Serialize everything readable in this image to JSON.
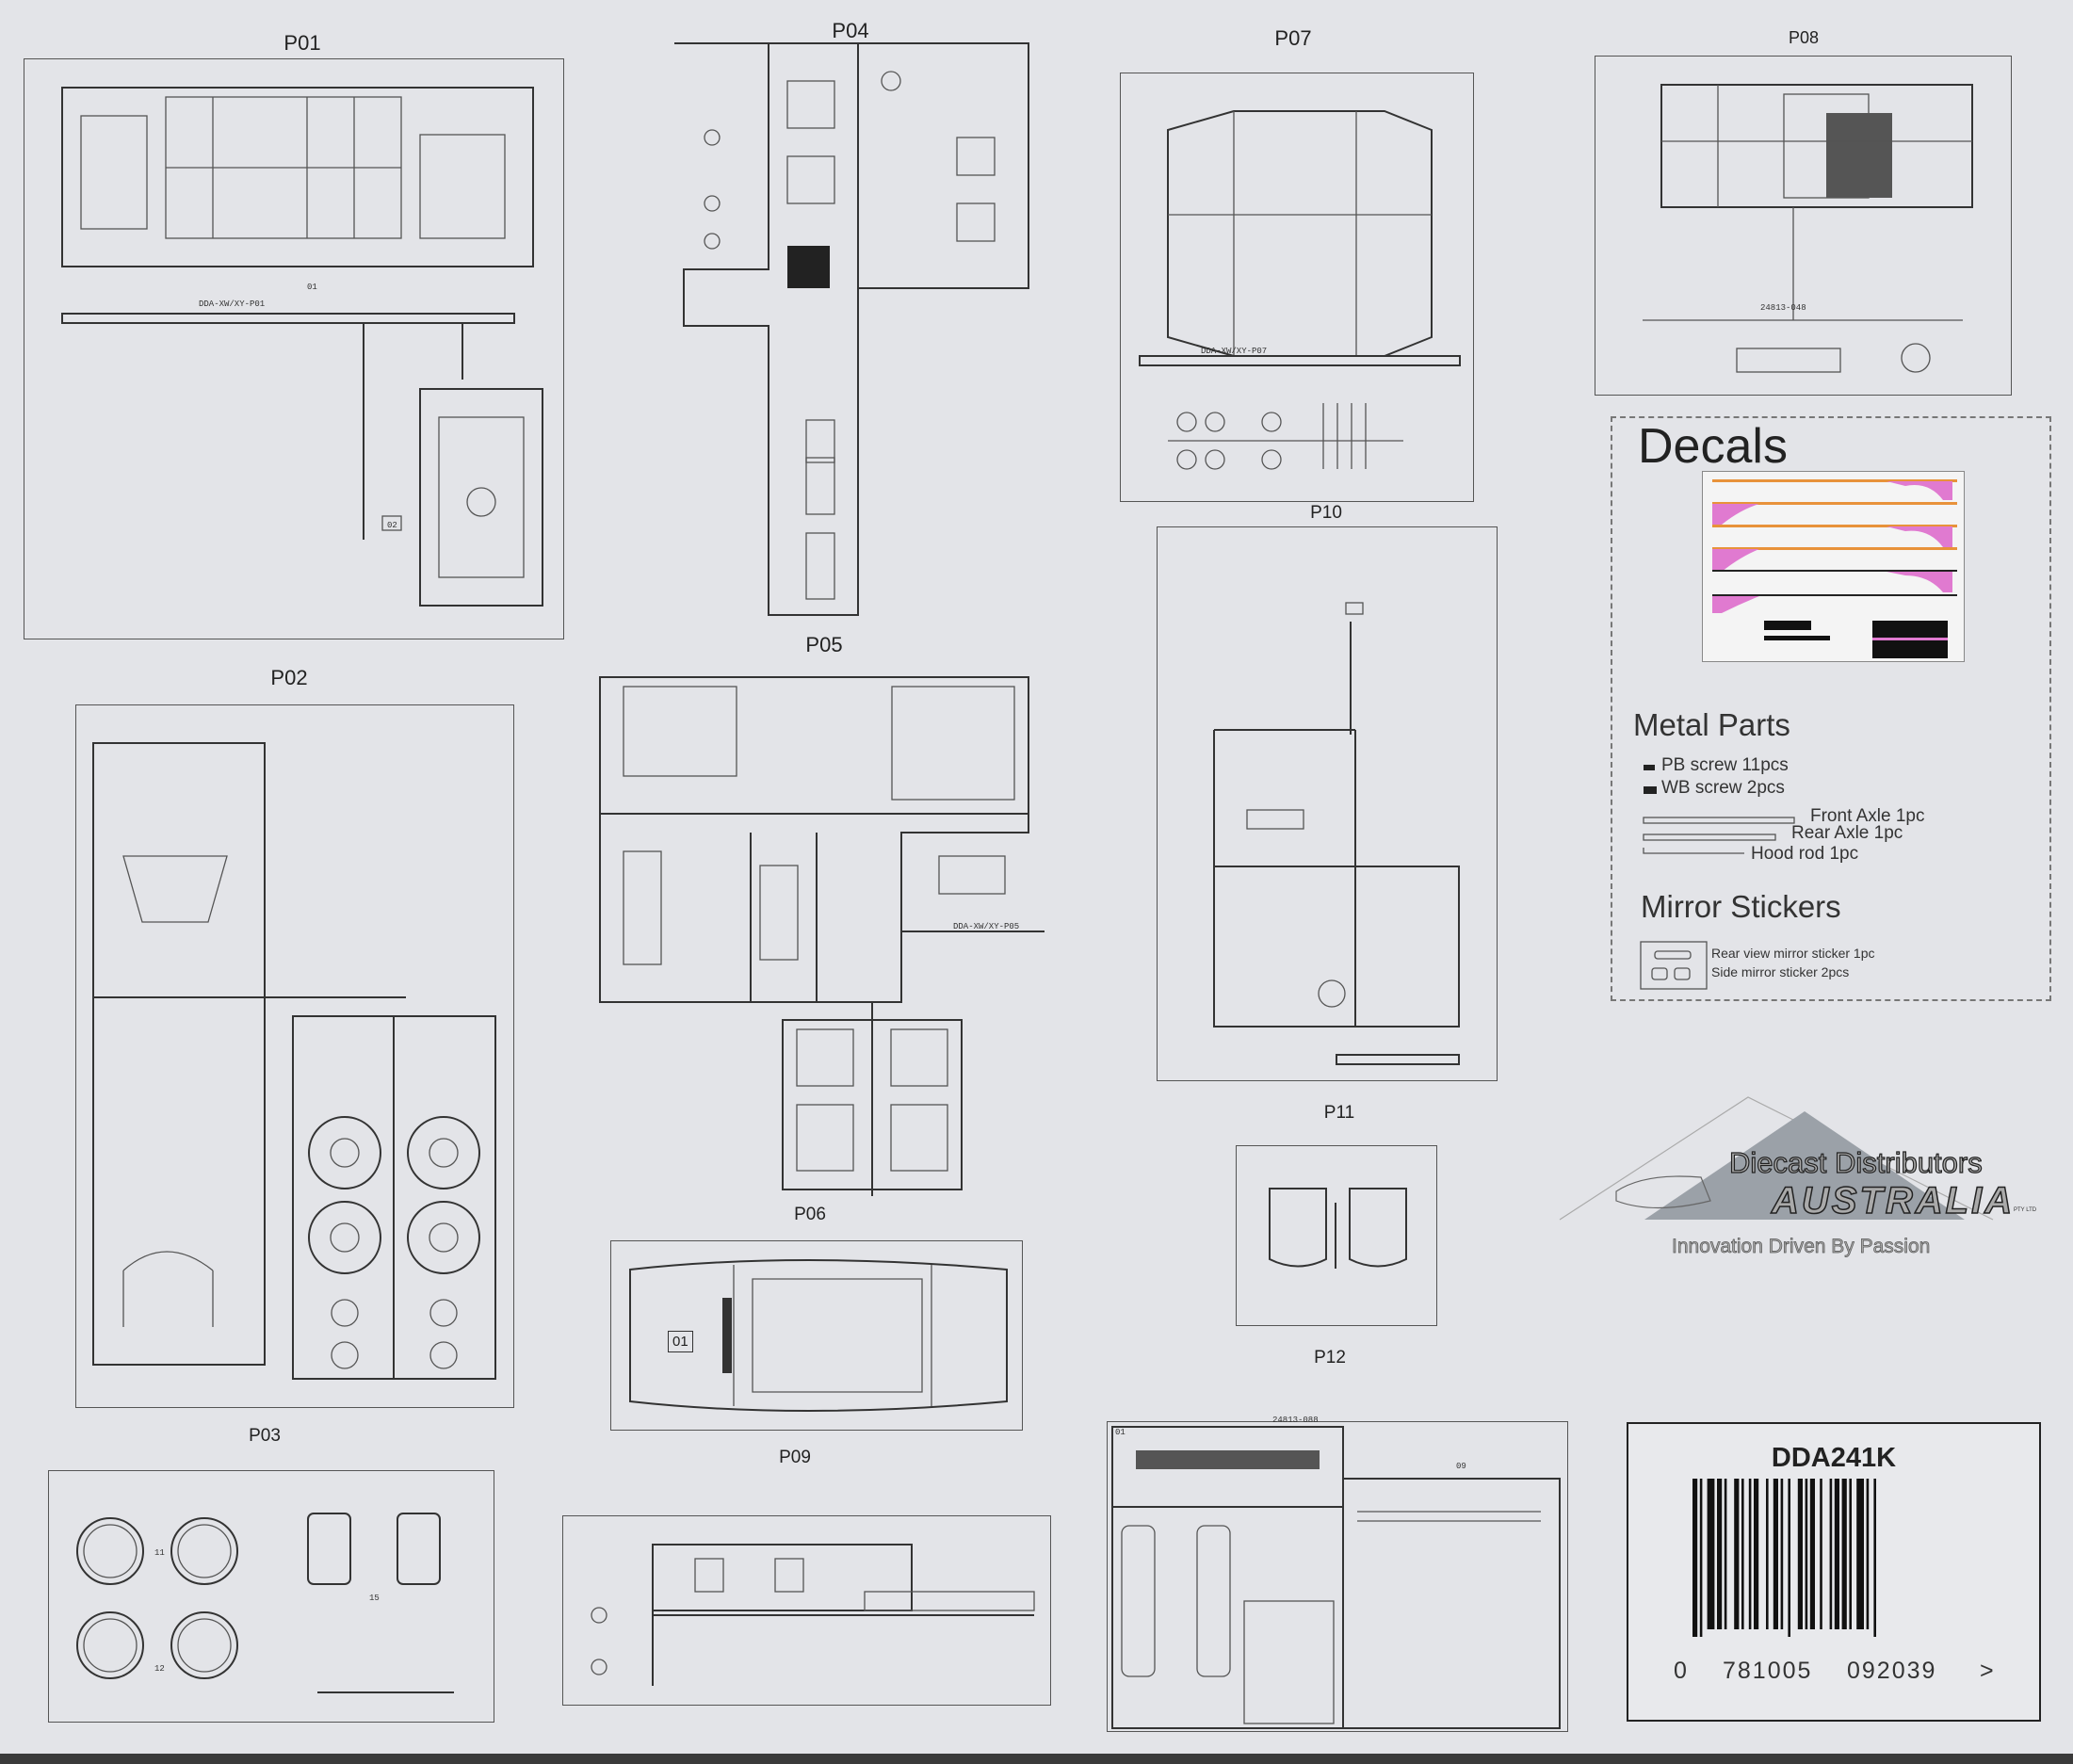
{
  "panels": {
    "p01": {
      "label": "P01",
      "code": "DDA-XW/XY-P01",
      "tags": [
        "01",
        "02"
      ]
    },
    "p02": {
      "label": "P02"
    },
    "p03": {
      "label": "P03",
      "tags": [
        "11",
        "12",
        "15"
      ]
    },
    "p04": {
      "label": "P04"
    },
    "p05": {
      "label": "P05",
      "code": "DDA-XW/XY-P05"
    },
    "p06": {
      "label": "P06"
    },
    "p07": {
      "label": "P07",
      "code": "DDA-XW/XY-P07"
    },
    "p08": {
      "label": "P08",
      "code": "24813-048"
    },
    "p09": {
      "label": "P09",
      "tag": "01"
    },
    "p10": {
      "label": "P10"
    },
    "p11": {
      "label": "P11"
    },
    "p12": {
      "label": "P12",
      "code": "24813-088",
      "tags": [
        "01",
        "09"
      ]
    }
  },
  "decals": {
    "title": "Decals",
    "colors": {
      "orange": "#e8923a",
      "pink": "#e07ad0",
      "black": "#111111"
    }
  },
  "metal_parts": {
    "title": "Metal Parts",
    "items": [
      "PB screw 11pcs",
      "WB screw 2pcs",
      "Front Axle 1pc",
      "Rear Axle 1pc",
      "Hood rod 1pc"
    ]
  },
  "mirror_stickers": {
    "title": "Mirror Stickers",
    "items": [
      "Rear view mirror sticker 1pc",
      "Side mirror sticker 2pcs"
    ]
  },
  "logo": {
    "line1": "Diecast Distributors",
    "line2": "AUSTRALIA",
    "suffix": "PTY LTD",
    "tagline": "Innovation Driven By Passion"
  },
  "product": {
    "sku": "DDA241K",
    "barcode_digits": [
      "0",
      "781005",
      "092039",
      ">"
    ]
  }
}
